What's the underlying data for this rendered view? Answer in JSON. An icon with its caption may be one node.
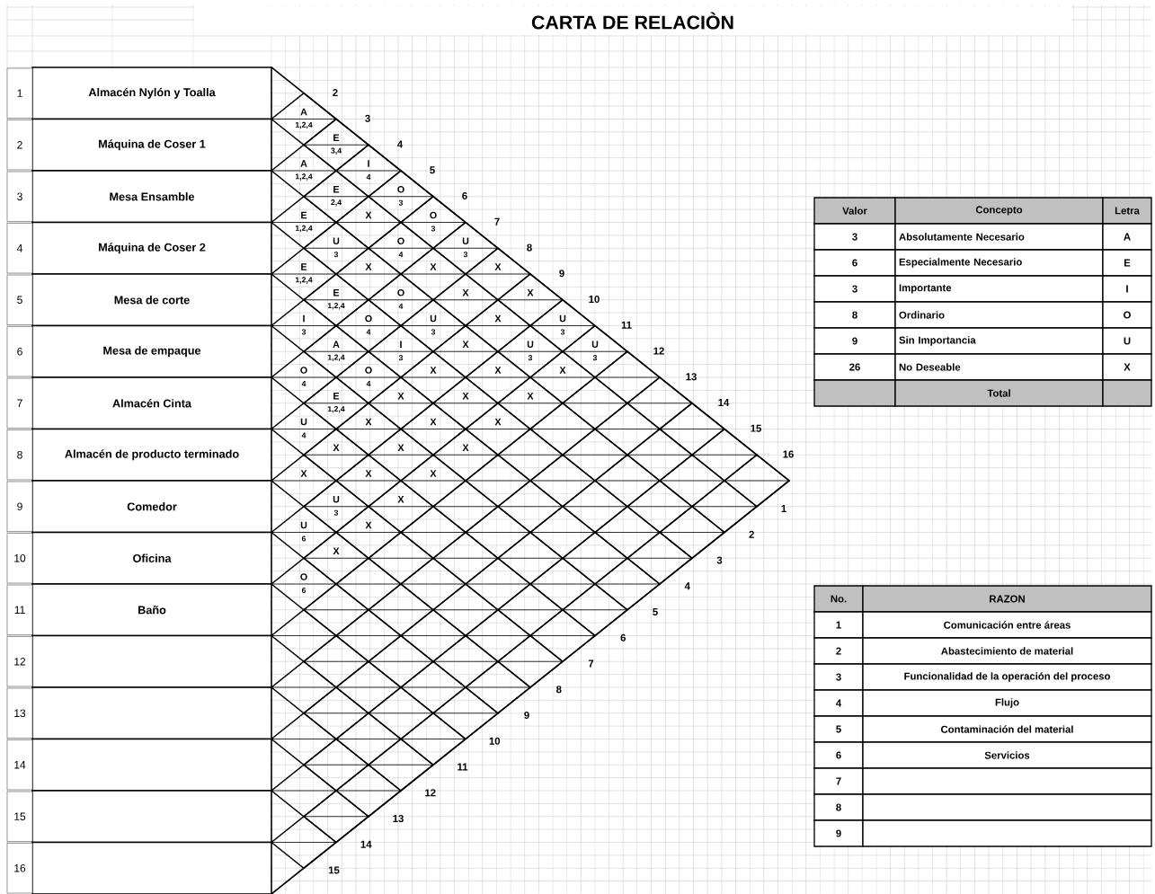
{
  "diagram": {
    "title": "CARTA DE RELACIÒN",
    "nodes": [
      {
        "text": [
          "Almacén Nylón y Toalla"
        ],
        "beside": [
          "1"
        ]
      },
      {
        "text": [
          "Máquina de Coser 1"
        ],
        "beside": [
          "2"
        ]
      },
      {
        "text": [
          "Mesa Ensamble"
        ],
        "beside": [
          "3"
        ]
      },
      {
        "text": [
          "Máquina de Coser 2"
        ],
        "beside": [
          "4"
        ]
      },
      {
        "text": [
          "Mesa de corte"
        ],
        "beside": [
          "5"
        ]
      },
      {
        "text": [
          "Mesa de empaque"
        ],
        "beside": [
          "6"
        ]
      },
      {
        "text": [
          "Almacén Cinta"
        ],
        "beside": [
          "7"
        ]
      },
      {
        "text": [
          "Almacén de producto terminado"
        ],
        "beside": [
          "8"
        ]
      },
      {
        "text": [
          "Comedor"
        ],
        "beside": [
          "9"
        ]
      },
      {
        "text": [
          "Oficina"
        ],
        "beside": [
          "10"
        ]
      },
      {
        "text": [
          "Baño"
        ],
        "beside": [
          "11"
        ]
      },
      {
        "text": [],
        "shape": "box",
        "beside": [
          "12"
        ]
      },
      {
        "text": [],
        "shape": "box",
        "beside": [
          "13"
        ]
      },
      {
        "text": [],
        "shape": "box",
        "beside": [
          "14"
        ]
      },
      {
        "text": [],
        "shape": "box",
        "beside": [
          "15"
        ]
      },
      {
        "text": [],
        "shape": "box",
        "beside": [
          "16"
        ]
      },
      {
        "text": [
          "A",
          "1,2,4"
        ]
      },
      {
        "text": [
          "E",
          "3,4"
        ]
      },
      {
        "text": [
          "A",
          "1,2,4"
        ]
      },
      {
        "text": [
          "I",
          "4"
        ]
      },
      {
        "text": [
          "E",
          "2,4"
        ]
      },
      {
        "text": [
          "O",
          "3"
        ]
      },
      {
        "text": [
          "E",
          "1,2,4"
        ]
      },
      {
        "text": [
          "X"
        ]
      },
      {
        "text": [
          "O",
          "3"
        ]
      },
      {
        "text": [
          "U",
          "3"
        ]
      },
      {
        "text": [
          "O",
          "4"
        ]
      },
      {
        "text": [
          "U",
          "3"
        ]
      },
      {
        "text": [
          "E",
          "1,2,4"
        ]
      },
      {
        "text": [
          "X"
        ]
      },
      {
        "text": [
          "X"
        ]
      },
      {
        "text": [
          "X"
        ]
      },
      {
        "text": [
          "E",
          "1,2,4"
        ]
      },
      {
        "text": [
          "O",
          "4"
        ]
      },
      {
        "text": [
          "X"
        ]
      },
      {
        "text": [
          "X"
        ]
      },
      {
        "text": [
          "I",
          "3"
        ]
      },
      {
        "text": [
          "O",
          "4"
        ]
      },
      {
        "text": [
          "U",
          "3"
        ]
      },
      {
        "text": [
          "X"
        ]
      },
      {
        "text": [
          "U",
          "3"
        ]
      },
      {
        "text": [
          "A",
          "1,2,4"
        ]
      },
      {
        "text": [
          "I",
          "3"
        ]
      },
      {
        "text": [
          "X"
        ]
      },
      {
        "text": [
          "U",
          "3"
        ]
      },
      {
        "text": [
          "U",
          "3"
        ]
      },
      {
        "text": [
          "O",
          "4"
        ]
      },
      {
        "text": [
          "O",
          "4"
        ]
      },
      {
        "text": [
          "X"
        ]
      },
      {
        "text": [
          "X"
        ]
      },
      {
        "text": [
          "X"
        ]
      },
      {
        "text": [],
        "shape": "diamond"
      },
      {
        "text": [
          "E",
          "1,2,4"
        ]
      },
      {
        "text": [
          "X"
        ]
      },
      {
        "text": [
          "X"
        ]
      },
      {
        "text": [
          "X"
        ]
      },
      {
        "text": [],
        "shape": "diamond"
      },
      {
        "text": [],
        "shape": "diamond"
      },
      {
        "text": [
          "U",
          "4"
        ]
      },
      {
        "text": [
          "X"
        ]
      },
      {
        "text": [
          "X"
        ]
      },
      {
        "text": [
          "X"
        ]
      },
      {
        "text": [],
        "shape": "diamond"
      },
      {
        "text": [],
        "shape": "diamond"
      },
      {
        "text": [],
        "shape": "diamond"
      },
      {
        "text": [
          "X"
        ]
      },
      {
        "text": [
          "X"
        ]
      },
      {
        "text": [
          "X"
        ]
      },
      {
        "text": [],
        "shape": "diamond"
      },
      {
        "text": [],
        "shape": "diamond"
      },
      {
        "text": [],
        "shape": "diamond"
      },
      {
        "text": [],
        "shape": "diamond"
      },
      {
        "text": [
          "X"
        ]
      },
      {
        "text": [
          "X"
        ]
      },
      {
        "text": [
          "X"
        ]
      },
      {
        "text": [],
        "shape": "diamond"
      },
      {
        "text": [],
        "shape": "diamond"
      },
      {
        "text": [],
        "shape": "diamond"
      },
      {
        "text": [],
        "shape": "diamond"
      },
      {
        "text": [],
        "shape": "diamond"
      },
      {
        "text": [
          "U",
          "3"
        ]
      },
      {
        "text": [
          "X"
        ]
      },
      {
        "text": [],
        "shape": "diamond"
      },
      {
        "text": [],
        "shape": "diamond"
      },
      {
        "text": [],
        "shape": "diamond"
      },
      {
        "text": [],
        "shape": "diamond"
      },
      {
        "text": [],
        "shape": "diamond"
      },
      {
        "text": [
          "U",
          "6"
        ]
      },
      {
        "text": [
          "X"
        ]
      },
      {
        "text": [],
        "shape": "diamond"
      },
      {
        "text": [],
        "shape": "diamond"
      },
      {
        "text": [],
        "shape": "diamond"
      },
      {
        "text": [],
        "shape": "diamond"
      },
      {
        "text": [],
        "shape": "diamond"
      },
      {
        "text": [
          "X"
        ]
      },
      {
        "text": [],
        "shape": "diamond"
      },
      {
        "text": [],
        "shape": "diamond"
      },
      {
        "text": [],
        "shape": "diamond"
      },
      {
        "text": [],
        "shape": "diamond"
      },
      {
        "text": [],
        "shape": "diamond"
      },
      {
        "text": [
          "O",
          "6"
        ]
      },
      {
        "text": [],
        "shape": "diamond"
      },
      {
        "text": [],
        "shape": "diamond"
      },
      {
        "text": [],
        "shape": "diamond"
      },
      {
        "text": [],
        "shape": "diamond"
      },
      {
        "text": [],
        "shape": "diamond"
      },
      {
        "text": [],
        "shape": "diamond"
      },
      {
        "text": [],
        "shape": "diamond"
      },
      {
        "text": [],
        "shape": "diamond"
      },
      {
        "text": [],
        "shape": "diamond"
      },
      {
        "text": [],
        "shape": "diamond"
      },
      {
        "text": [],
        "shape": "diamond"
      },
      {
        "text": [],
        "shape": "diamond"
      },
      {
        "text": [],
        "shape": "diamond"
      },
      {
        "text": [],
        "shape": "diamond"
      },
      {
        "text": [],
        "shape": "diamond"
      },
      {
        "text": [],
        "shape": "diamond"
      },
      {
        "text": [],
        "shape": "diamond"
      },
      {
        "text": [],
        "shape": "diamond"
      },
      {
        "text": [],
        "shape": "diamond"
      },
      {
        "text": [],
        "shape": "diamond"
      },
      {
        "text": [],
        "shape": "diamond"
      },
      {
        "text": [],
        "shape": "diamond"
      },
      {
        "text": [],
        "shape": "diamond"
      },
      {
        "text": [],
        "shape": "diamond"
      },
      {
        "text": [],
        "shape": "diamond"
      },
      {
        "text": [],
        "shape": "diamond"
      },
      {
        "text": [],
        "shape": "diamond"
      },
      {
        "text": [],
        "shape": "diamond"
      },
      {
        "text": [],
        "shape": "diamond"
      },
      {
        "text": [],
        "shape": "diamond"
      },
      {
        "text": [],
        "shape": "diamond"
      },
      {
        "text": [],
        "shape": "diamond"
      },
      {
        "text": [],
        "shape": "diamond"
      },
      {
        "text": [],
        "shape": "diamond"
      },
      {
        "text": [],
        "shape": "diamond"
      }
    ],
    "labels": [
      "2",
      "3",
      "4",
      "5",
      "6",
      "7",
      "8",
      "9",
      "10",
      "11",
      "12",
      "13",
      "14",
      "15",
      "16",
      "1",
      "2",
      "3",
      "4",
      "5",
      "6",
      "7",
      "8",
      "9",
      "10",
      "11",
      "12",
      "13",
      "14",
      "15",
      "Valor",
      "Concepto",
      "Letra",
      "3",
      "Absolutamente Necesario",
      "A",
      "6",
      "Especialmente Necesario",
      "E",
      "3",
      "Importante",
      "I",
      "8",
      "Ordinario",
      "O",
      "9",
      "Sin Importancia",
      "U",
      "26",
      "No Deseable",
      "X",
      "Total",
      "No.",
      "RAZON",
      "1",
      "Comunicación entre áreas",
      "2",
      "Abastecimiento de material",
      "3",
      "Funcionalidad de la operación del proceso",
      "4",
      "Flujo",
      "5",
      "Contaminación del material",
      "6",
      "Servicios",
      "7",
      "8",
      "9"
    ]
  }
}
